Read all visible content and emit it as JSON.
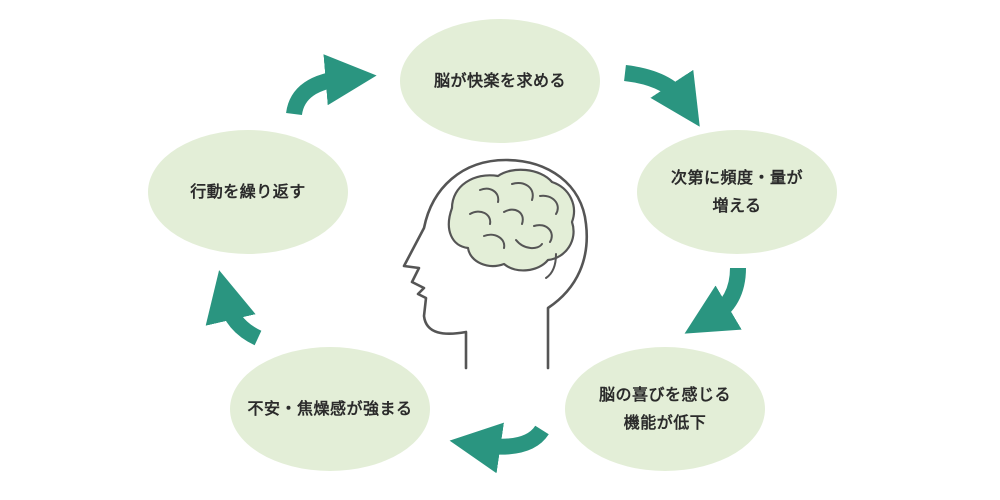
{
  "diagram": {
    "accent_color": "#2a9580",
    "node_fill": "#e3eed7",
    "brain_fill": "#e3eed7",
    "outline_color": "#555555",
    "icon": "head-brain-icon",
    "nodes": [
      {
        "lines": [
          "脳が快楽を求める"
        ]
      },
      {
        "lines": [
          "次第に頻度・量が",
          "増える"
        ]
      },
      {
        "lines": [
          "脳の喜びを感じる",
          "機能が低下"
        ]
      },
      {
        "lines": [
          "不安・焦燥感が強まる"
        ]
      },
      {
        "lines": [
          "行動を繰り返す"
        ]
      }
    ],
    "arrows": [
      "arrow-1-to-2",
      "arrow-2-to-3",
      "arrow-3-to-4",
      "arrow-4-to-5",
      "arrow-5-to-1"
    ]
  }
}
